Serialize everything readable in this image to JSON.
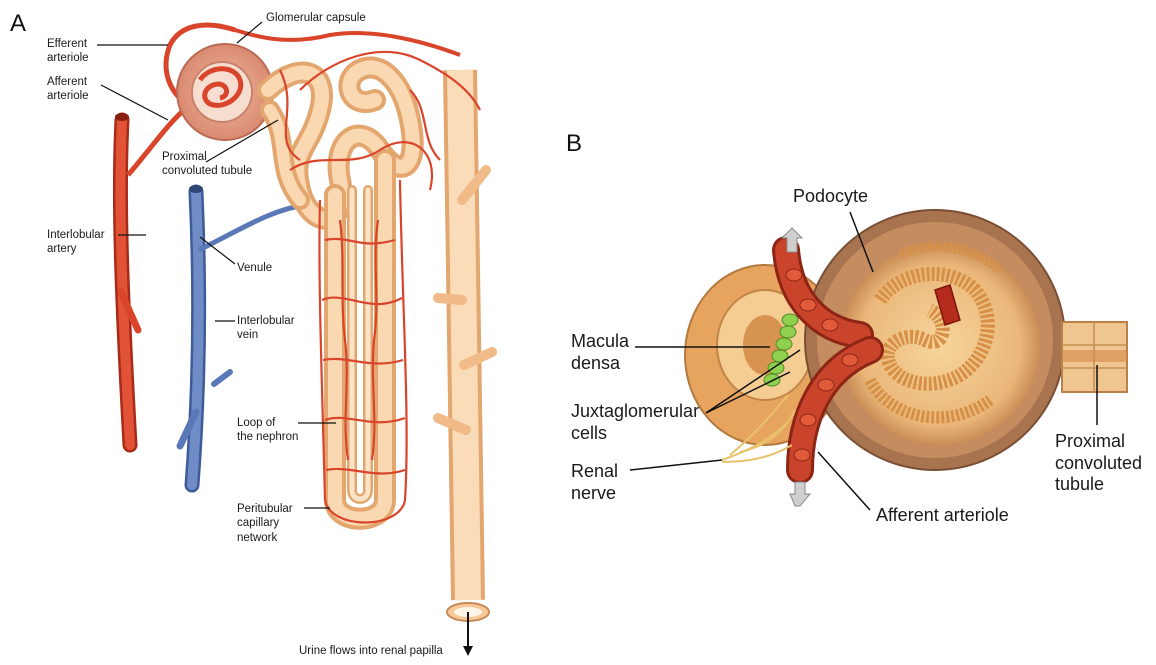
{
  "panel_a": {
    "letter": "A",
    "labels": {
      "glomerular_capsule": "Glomerular capsule",
      "efferent_arteriole": [
        "Efferent",
        "arteriole"
      ],
      "afferent_arteriole": [
        "Afferent",
        "arteriole"
      ],
      "proximal_convoluted_tubule": [
        "Proximal",
        "convoluted tubule"
      ],
      "interlobular_artery": [
        "Interlobular",
        "artery"
      ],
      "venule": "Venule",
      "interlobular_vein": [
        "Interlobular",
        "vein"
      ],
      "loop_of_nephron": [
        "Loop of",
        "the nephron"
      ],
      "peritubular_capillary_network": [
        "Peritubular",
        "capillary",
        "network"
      ],
      "urine_flow": "Urine flows into renal papilla"
    }
  },
  "panel_b": {
    "letter": "B",
    "labels": {
      "podocyte": "Podocyte",
      "macula_densa": [
        "Macula",
        "densa"
      ],
      "juxtaglomerular_cells": [
        "Juxtaglomerular",
        "cells"
      ],
      "renal_nerve": [
        "Renal",
        "nerve"
      ],
      "afferent_arteriole": "Afferent arteriole",
      "proximal_convoluted_tubule": [
        "Proximal",
        "convoluted",
        "tubule"
      ]
    }
  },
  "colors": {
    "artery": "#d9452b",
    "vein": "#5a78b8",
    "tubule": "#f6c99a",
    "tubule_edge": "#e3a66e",
    "capsule": "#e8a28a",
    "glomerulus_tissue": "#f3c37f",
    "capsule_wall": "#a9785b",
    "macula_densa": "#8fd14f",
    "leader_line": "#111111"
  }
}
